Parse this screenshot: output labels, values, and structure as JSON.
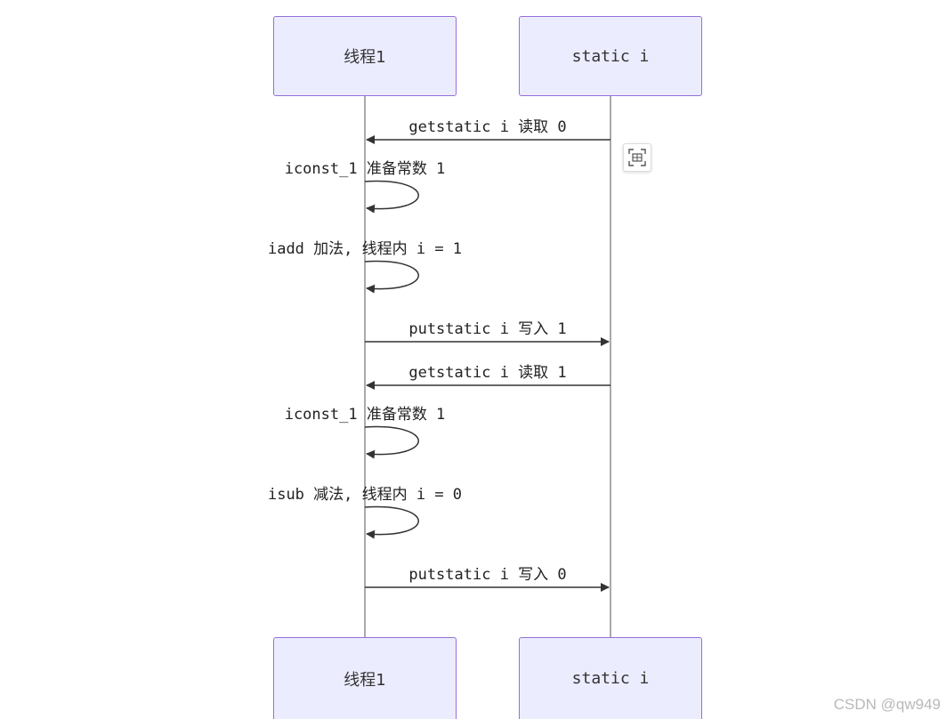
{
  "actors": [
    {
      "id": "thread",
      "label": "线程1"
    },
    {
      "id": "static",
      "label": "static i"
    }
  ],
  "messages": [
    {
      "text": "getstatic i 读取 0",
      "kind": "left"
    },
    {
      "text": "iconst_1 准备常数 1",
      "kind": "self"
    },
    {
      "text": "iadd 加法, 线程内 i = 1",
      "kind": "self"
    },
    {
      "text": "putstatic i 写入 1",
      "kind": "right"
    },
    {
      "text": "getstatic i 读取 1",
      "kind": "left"
    },
    {
      "text": "iconst_1 准备常数 1",
      "kind": "self"
    },
    {
      "text": "isub 减法, 线程内 i = 0",
      "kind": "self"
    },
    {
      "text": "putstatic i 写入 0",
      "kind": "right"
    }
  ],
  "watermark": "CSDN @qw949",
  "icons": {
    "corner_button": "screenshot-icon"
  }
}
